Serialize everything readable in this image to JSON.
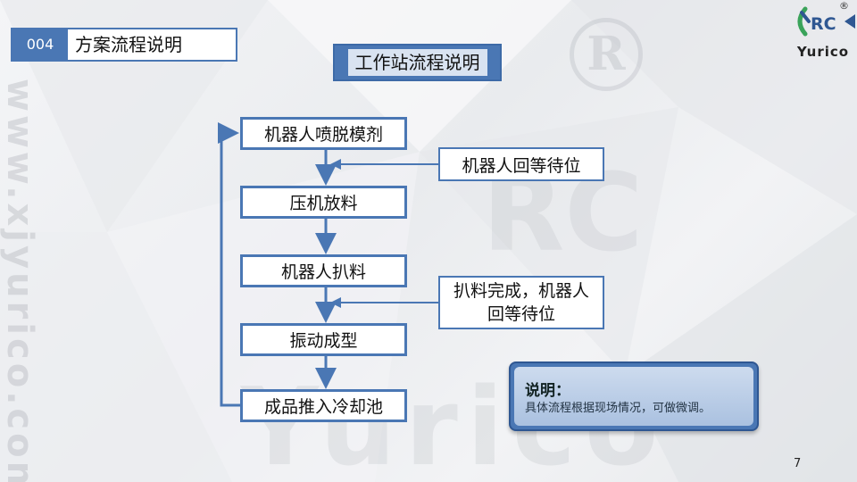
{
  "section": {
    "number": "004",
    "title": "方案流程说明"
  },
  "title": "工作站流程说明",
  "logo": {
    "brand": "Yurico",
    "mark": "RC",
    "registered": "®"
  },
  "watermarks": {
    "url": "www.xjyurico.com",
    "brand": "Yurico",
    "registered": "R",
    "mark": "RC"
  },
  "flow": {
    "steps": [
      "机器人喷脱模剂",
      "压机放料",
      "机器人扒料",
      "振动成型",
      "成品推入冷却池"
    ],
    "side_inputs": [
      "机器人回等待位",
      "扒料完成，机器人回等待位"
    ]
  },
  "note": {
    "title": "说明：",
    "body": "具体流程根据现场情况，可做微调。"
  },
  "page_number": "7",
  "colors": {
    "accent": "#4a77b4",
    "accent_dark": "#2f5792",
    "logo_green": "#3aa35a"
  }
}
